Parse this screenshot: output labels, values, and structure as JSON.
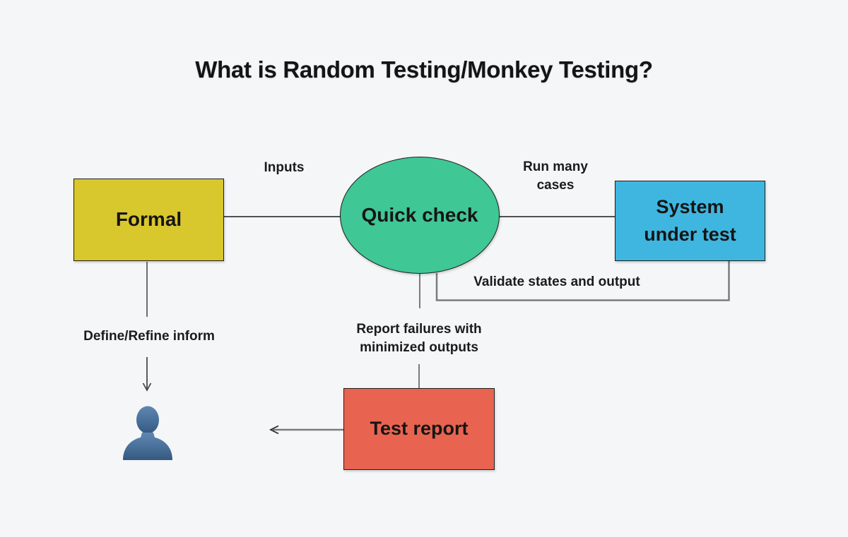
{
  "title": "What is Random Testing/Monkey Testing?",
  "nodes": {
    "formal": {
      "label": "Formal",
      "color": "#d9c72e",
      "shape": "rectangle"
    },
    "quick_check": {
      "label": "Quick check",
      "color": "#3fc795",
      "shape": "ellipse"
    },
    "system": {
      "label": "System\nunder test",
      "color": "#3fb6e0",
      "shape": "rectangle"
    },
    "test_report": {
      "label": "Test report",
      "color": "#e96450",
      "shape": "rectangle"
    }
  },
  "edge_labels": {
    "inputs": "Inputs",
    "run_many_cases": "Run many\ncases",
    "validate": "Validate states and output",
    "report_failures": "Report failures with\nminimized outputs",
    "define_refine": "Define/Refine inform"
  },
  "icons": {
    "user": "user-silhouette-icon"
  },
  "colors": {
    "background": "#f5f6f8",
    "connector_gray": "#7b7b7b",
    "connector_black": "#1a1a1a",
    "text": "#141414",
    "user_icon_top": "#5f87b1",
    "user_icon_bottom": "#36587f"
  }
}
